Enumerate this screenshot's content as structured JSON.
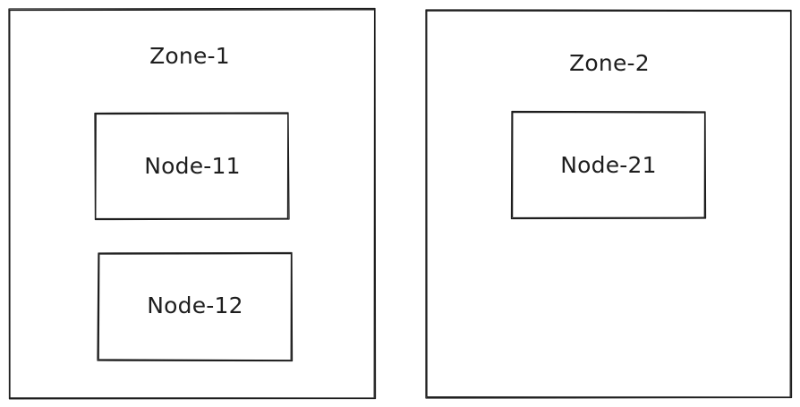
{
  "zones": [
    {
      "label": "Zone-1",
      "nodes": [
        "Node-11",
        "Node-12"
      ]
    },
    {
      "label": "Zone-2",
      "nodes": [
        "Node-21"
      ]
    }
  ],
  "colors": {
    "stroke": "#1e1e1e",
    "background": "#ffffff"
  }
}
